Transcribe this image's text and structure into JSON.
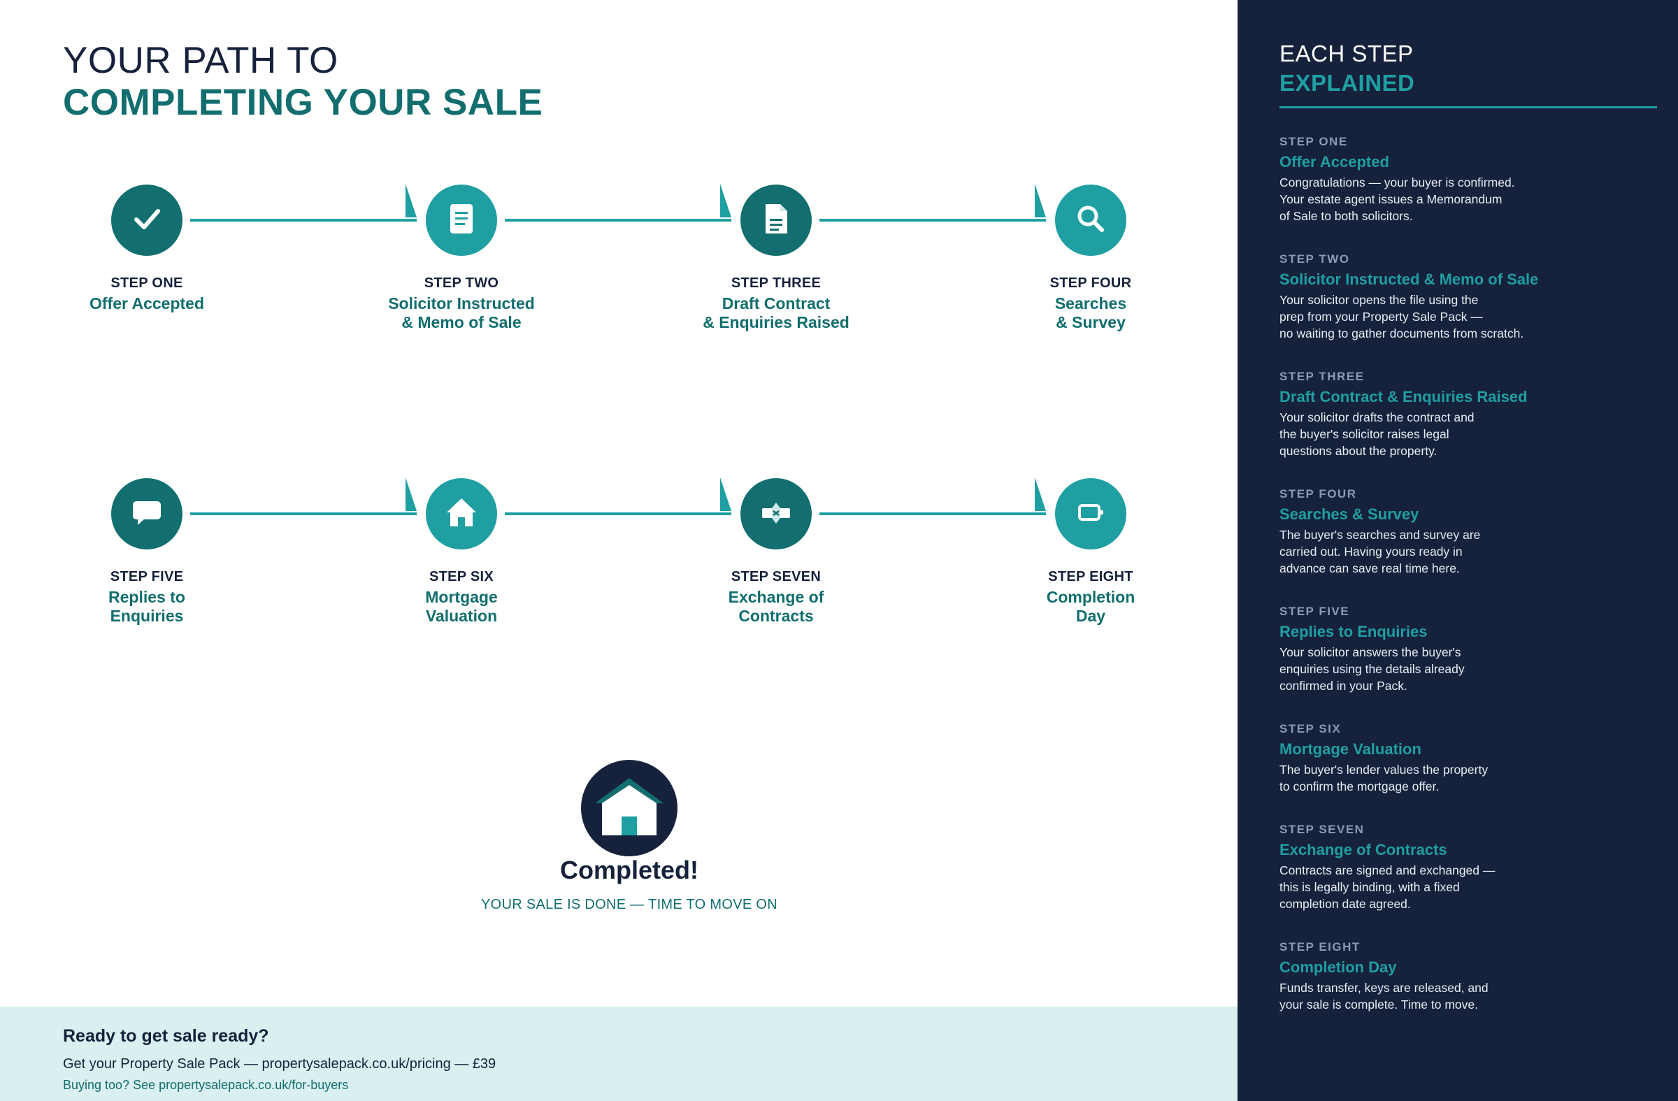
{
  "header": {
    "title_line1": "YOUR PATH TO",
    "title_line2": "COMPLETING YOUR SALE"
  },
  "steps": [
    {
      "label": "STEP ONE",
      "name_line1": "Offer Accepted",
      "name_line2": "",
      "icon": "check-icon"
    },
    {
      "label": "STEP TWO",
      "name_line1": "Solicitor Instructed",
      "name_line2": "& Memo of Sale",
      "icon": "document-icon"
    },
    {
      "label": "STEP THREE",
      "name_line1": "Draft Contract",
      "name_line2": "& Enquiries Raised",
      "icon": "contract-icon"
    },
    {
      "label": "STEP FOUR",
      "name_line1": "Searches",
      "name_line2": "& Survey",
      "icon": "search-icon"
    },
    {
      "label": "STEP FIVE",
      "name_line1": "Replies to",
      "name_line2": "Enquiries",
      "icon": "speech-bubble-icon"
    },
    {
      "label": "STEP SIX",
      "name_line1": "Mortgage",
      "name_line2": "Valuation",
      "icon": "house-icon"
    },
    {
      "label": "STEP SEVEN",
      "name_line1": "Exchange of",
      "name_line2": "Contracts",
      "icon": "handshake-icon"
    },
    {
      "label": "STEP EIGHT",
      "name_line1": "Completion",
      "name_line2": "Day",
      "icon": "key-icon"
    }
  ],
  "completion": {
    "title": "Completed!",
    "subtitle": "YOUR SALE IS DONE — TIME TO MOVE ON",
    "icon": "home-icon"
  },
  "cta": {
    "title": "Ready to get sale ready?",
    "line": "Get your Property Sale Pack — propertysalepack.co.uk/pricing — £39",
    "buyers": "Buying too? See propertysalepack.co.uk/for-buyers"
  },
  "sidebar": {
    "heading_line1": "EACH STEP",
    "heading_line2": "EXPLAINED",
    "items": [
      {
        "step": "STEP ONE",
        "name": "Offer Accepted",
        "desc": [
          "Congratulations — your buyer is confirmed.",
          "Your estate agent issues a Memorandum",
          "of Sale to both solicitors."
        ]
      },
      {
        "step": "STEP TWO",
        "name": "Solicitor Instructed & Memo of Sale",
        "desc": [
          "Your solicitor opens the file using the",
          "prep from your Property Sale Pack —",
          "no waiting to gather documents from scratch."
        ]
      },
      {
        "step": "STEP THREE",
        "name": "Draft Contract & Enquiries Raised",
        "desc": [
          "Your solicitor drafts the contract and",
          "the buyer's solicitor raises legal",
          "questions about the property."
        ]
      },
      {
        "step": "STEP FOUR",
        "name": "Searches & Survey",
        "desc": [
          "The buyer's searches and survey are",
          "carried out. Having yours ready in",
          "advance can save real time here."
        ]
      },
      {
        "step": "STEP FIVE",
        "name": "Replies to Enquiries",
        "desc": [
          "Your solicitor answers the buyer's",
          "enquiries using the details already",
          "confirmed in your Pack."
        ]
      },
      {
        "step": "STEP SIX",
        "name": "Mortgage Valuation",
        "desc": [
          "The buyer's lender values the property",
          "to confirm the mortgage offer."
        ]
      },
      {
        "step": "STEP SEVEN",
        "name": "Exchange of Contracts",
        "desc": [
          "Contracts are signed and exchanged —",
          "this is legally binding, with a fixed",
          "completion date agreed."
        ]
      },
      {
        "step": "STEP EIGHT",
        "name": "Completion Day",
        "desc": [
          "Funds transfer, keys are released, and",
          "your sale is complete. Time to move."
        ]
      }
    ]
  },
  "colors": {
    "navy": "#16213b",
    "teal_dark": "#136f6f",
    "teal_light": "#1f9fa2",
    "mint": "#d9eff0"
  }
}
